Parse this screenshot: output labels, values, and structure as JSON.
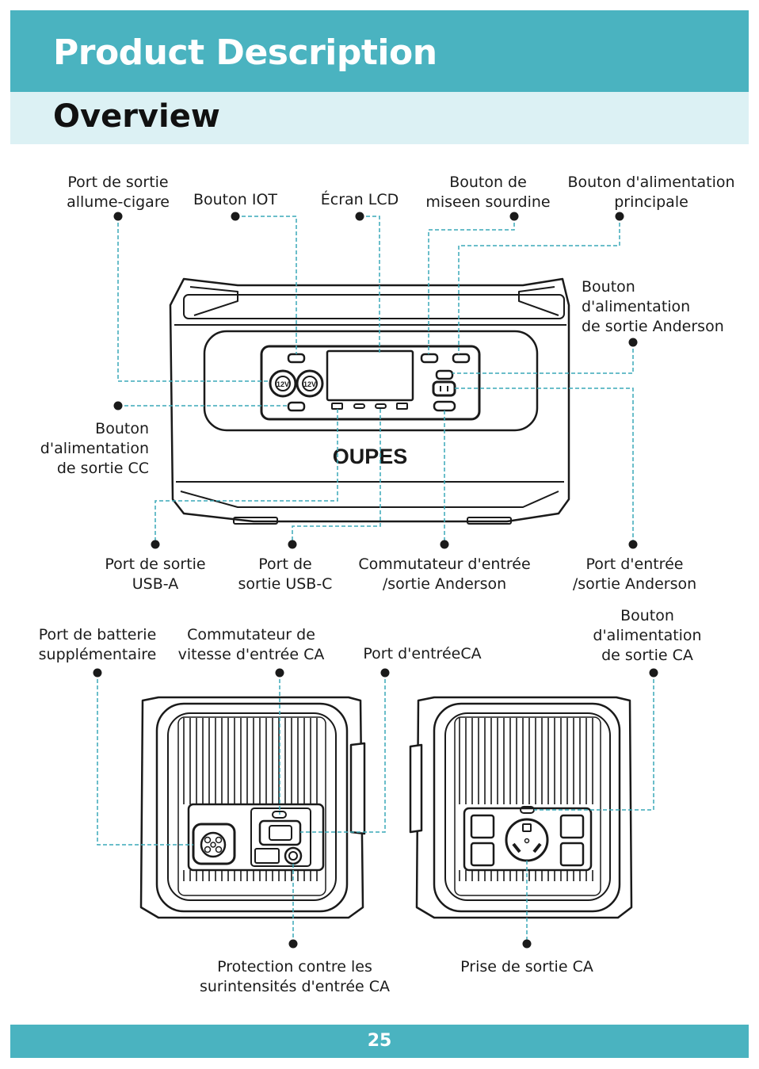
{
  "header": {
    "title": "Product Description"
  },
  "subheader": {
    "title": "Overview"
  },
  "labels": {
    "cigarette_port": [
      "Port de sortie",
      "allume-cigare"
    ],
    "iot_button": [
      "Bouton IOT"
    ],
    "lcd_screen": [
      "Écran LCD"
    ],
    "mute_button": [
      "Bouton de",
      "miseen sourdine"
    ],
    "main_power_button": [
      "Bouton d'alimentation",
      "principale"
    ],
    "anderson_output_button": [
      "Bouton",
      "d'alimentation",
      "de sortie Anderson"
    ],
    "dc_output_button": [
      "Bouton",
      "d'alimentation",
      "de sortie CC"
    ],
    "usb_a_port": [
      "Port de sortie",
      "USB-A"
    ],
    "usb_c_port": [
      "Port de",
      "sortie USB-C"
    ],
    "anderson_switch": [
      "Commutateur d'entrée",
      "/sortie Anderson"
    ],
    "anderson_port": [
      "Port d'entrée",
      "/sortie Anderson"
    ],
    "battery_port": [
      "Port de batterie",
      "supplémentaire"
    ],
    "ac_speed_switch": [
      "Commutateur de",
      "vitesse d'entrée CA"
    ],
    "ac_input_port": [
      "Port d'entréeCA"
    ],
    "ac_output_button": [
      "Bouton",
      "d'alimentation",
      "de sortie CA"
    ],
    "ac_overcurrent": [
      "Protection contre les",
      "surintensités d'entrée CA"
    ],
    "ac_outlet": [
      "Prise de sortie CA"
    ]
  },
  "device": {
    "brand": "OUPES",
    "socket_12v_left": "12V",
    "socket_12v_right": "12V"
  },
  "footer": {
    "page_number": "25"
  },
  "colors": {
    "accent": "#4ab3c0",
    "accent_light": "#dcf1f4",
    "leader": "#3aa9b8"
  }
}
